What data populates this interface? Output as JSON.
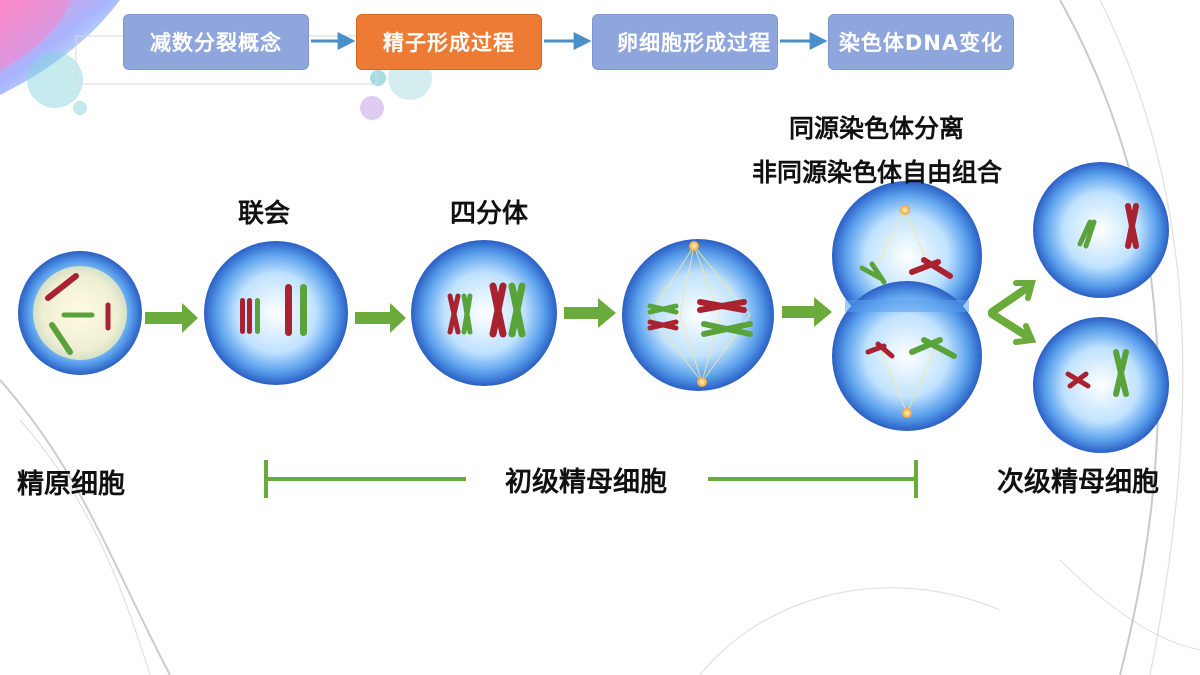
{
  "nav": {
    "tabs": [
      {
        "label": "减数分裂概念",
        "active": false
      },
      {
        "label": "精子形成过程",
        "active": true
      },
      {
        "label": "卵细胞形成过程",
        "active": false
      },
      {
        "label": "染色体DNA变化",
        "active": false
      }
    ]
  },
  "diagram": {
    "stage_labels": {
      "synapsis": "联会",
      "tetrad": "四分体",
      "separation_line1": "同源染色体分离",
      "separation_line2": "非同源染色体自由组合"
    },
    "cell_labels": {
      "spermatogonium": "精原细胞",
      "primary": "初级精母细胞",
      "secondary": "次级精母细胞"
    }
  },
  "colors": {
    "tab_default": "#8fa6dc",
    "tab_active": "#ee7b33",
    "arrow_nav": "#4a90c8",
    "arrow_stage": "#6aab3c",
    "chromosome_red": "#a8232f",
    "chromosome_green": "#5aa33a",
    "cell_blue": "#2f6fd0"
  }
}
